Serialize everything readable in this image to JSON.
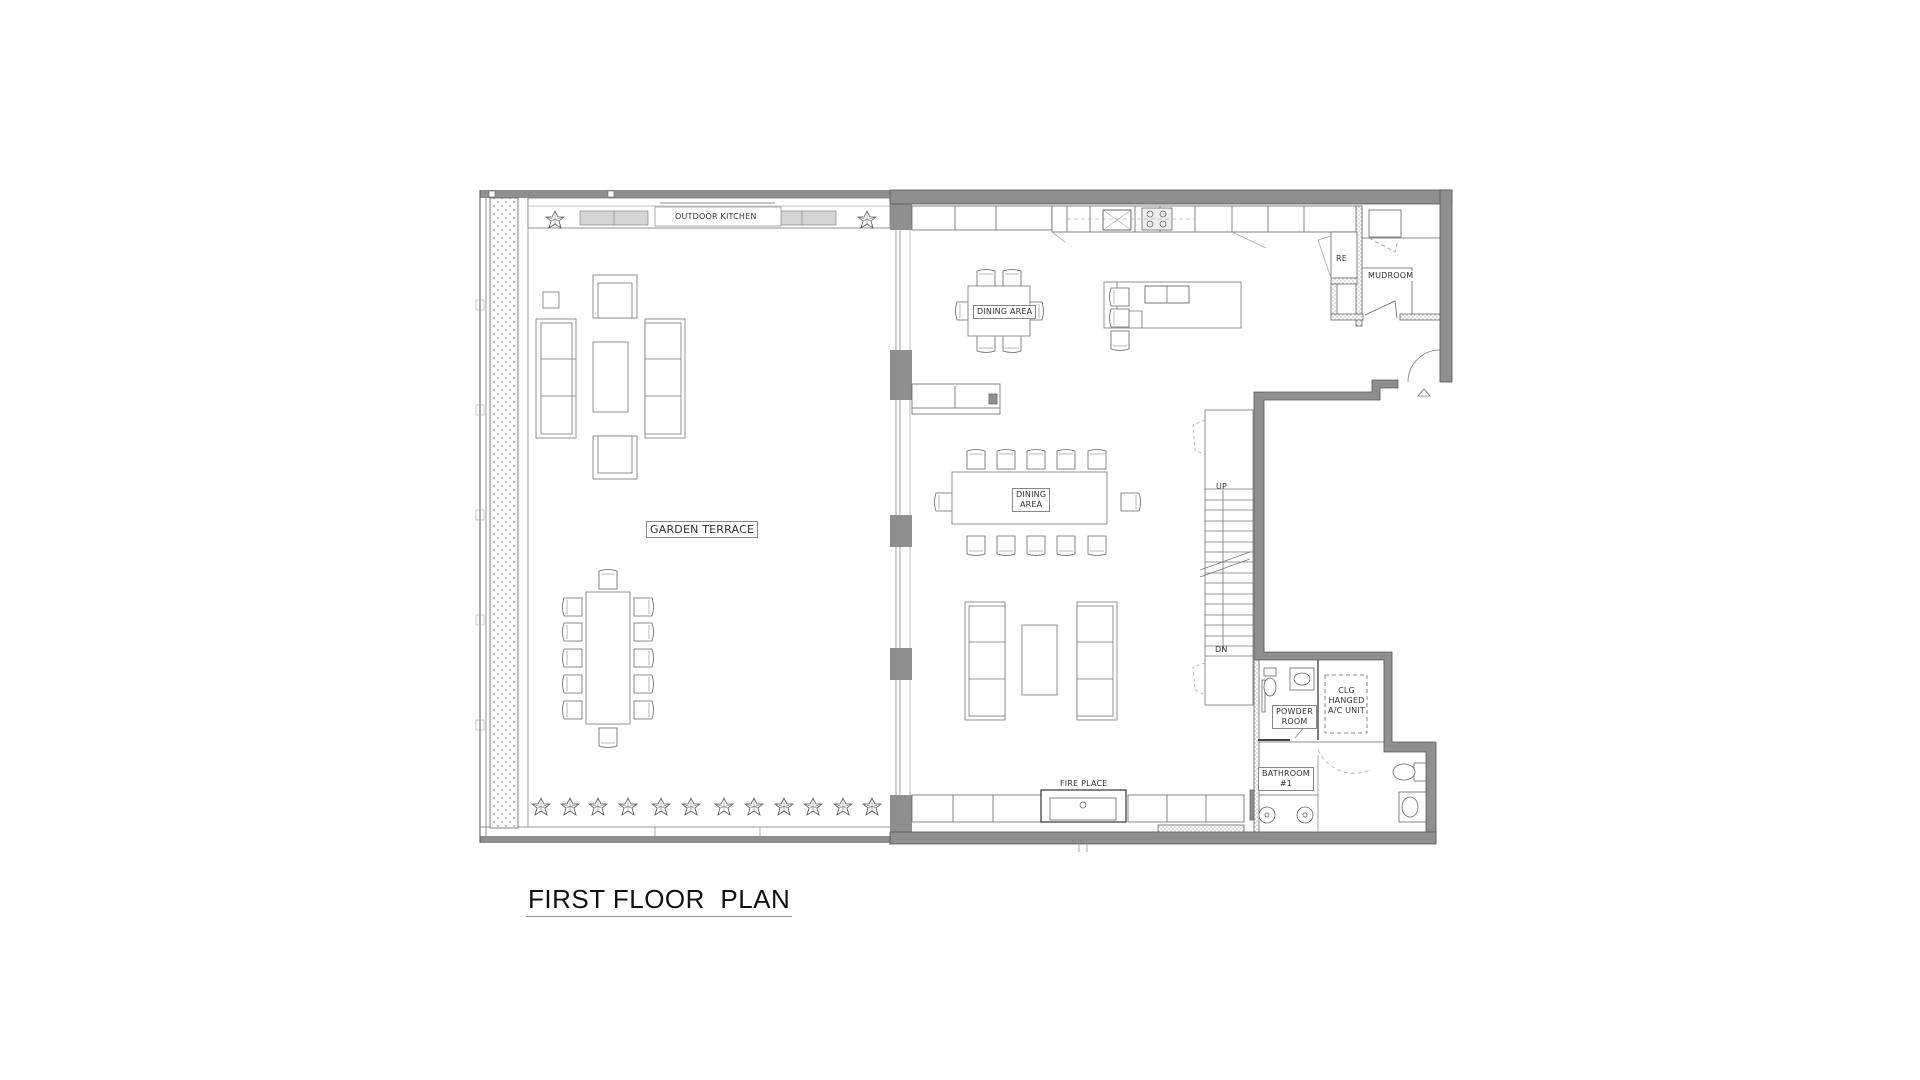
{
  "drawing": {
    "title": "FIRST FLOOR  PLAN",
    "colors": {
      "wall_fill": "#8f8f8f",
      "line": "#555555",
      "light_line": "#9a9a9a",
      "background": "#ffffff",
      "text": "#333333"
    }
  },
  "rooms": {
    "outdoor_kitchen": "OUTDOOR KITCHEN",
    "garden_terrace": "GARDEN TERRACE",
    "dining_area_kitchen": "DINING AREA",
    "dining_area_main_line1": "DINING",
    "dining_area_main_line2": "AREA",
    "re": "RE",
    "mudroom": "MUDROOM",
    "fire_place": "FIRE PLACE",
    "powder_room_line1": "POWDER",
    "powder_room_line2": "ROOM",
    "clg_line1": "CLG",
    "clg_line2": "HANGED",
    "clg_line3": "A/C UNIT",
    "bathroom_line1": "BATHROOM",
    "bathroom_line2": "#1"
  },
  "stairs": {
    "up_label": "UP",
    "down_label": "DN"
  }
}
